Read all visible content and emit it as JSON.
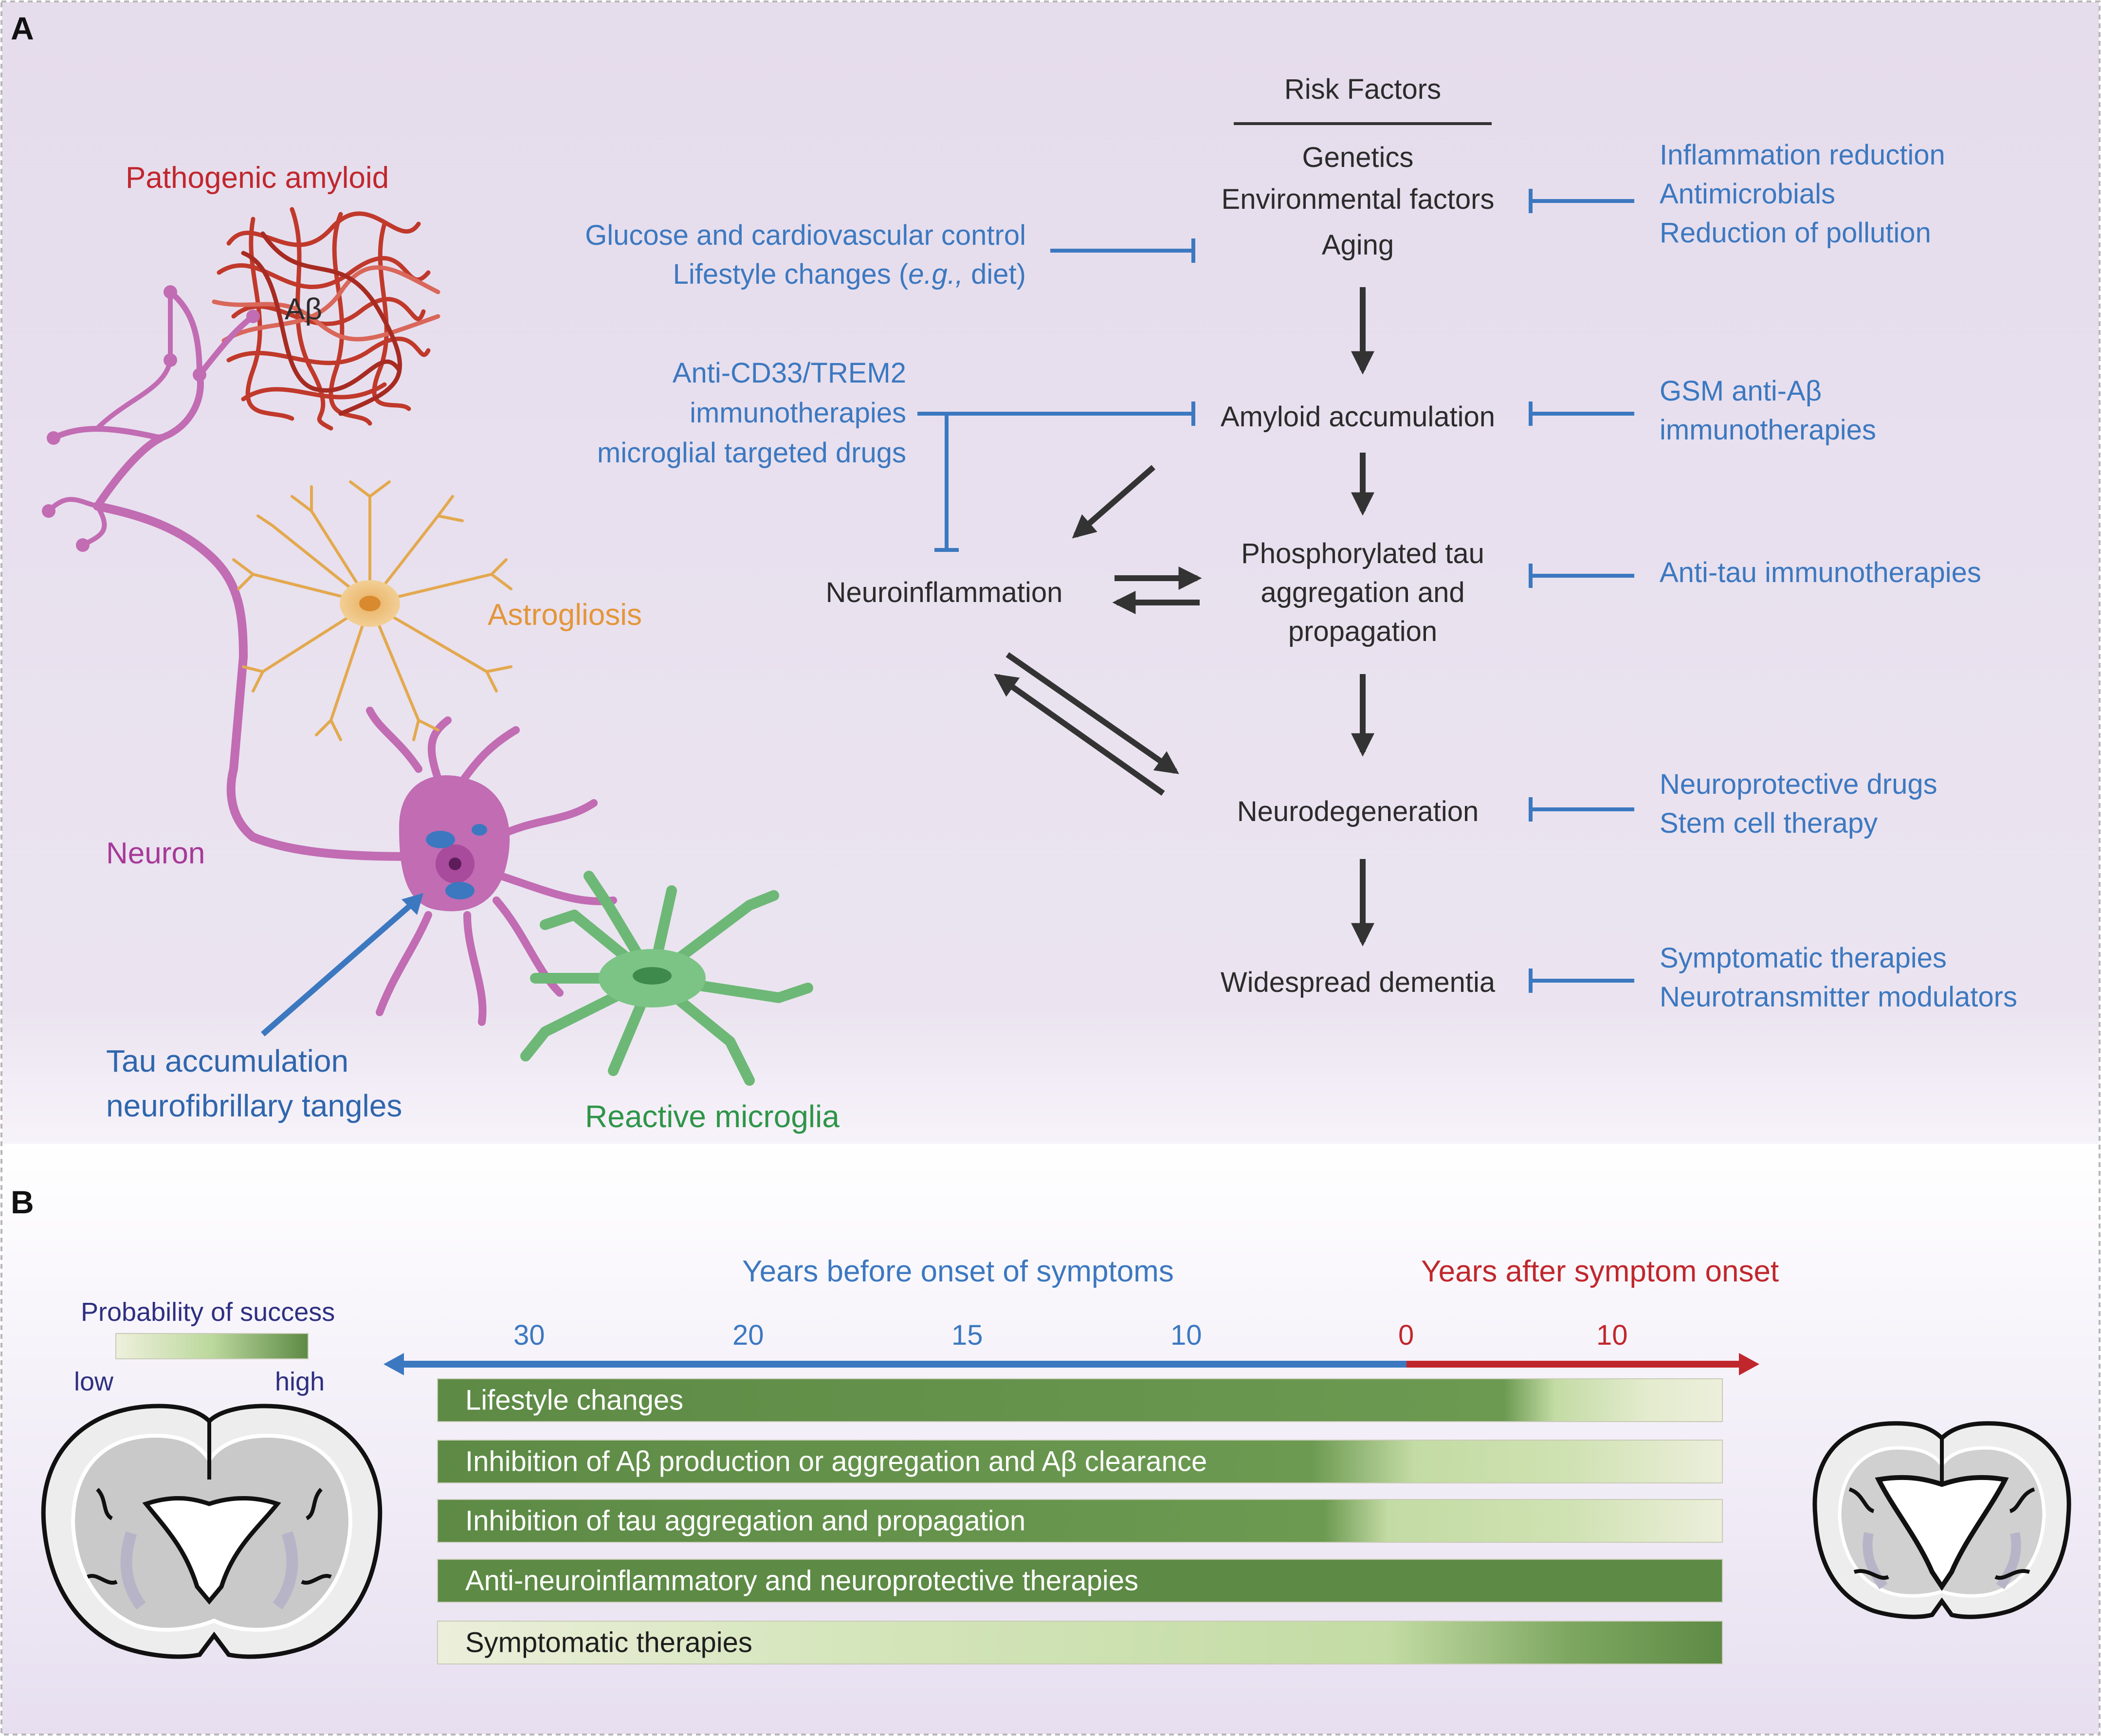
{
  "panelA": {
    "letter": "A",
    "risk_factors": {
      "title": "Risk Factors",
      "items": [
        "Genetics",
        "Environmental factors",
        "Aging"
      ]
    },
    "cascade": {
      "amyloid": "Amyloid accumulation",
      "tau": [
        "Phosphorylated tau",
        "aggregation and",
        "propagation"
      ],
      "neuroinflammation": "Neuroinflammation",
      "neurodegeneration": "Neurodegeneration",
      "dementia": "Widespread dementia"
    },
    "interventions_left": {
      "glucose": [
        "Glucose and cardiovascular control",
        "Lifestyle changes (",
        "e.g.,",
        " diet)"
      ],
      "cd33": [
        "Anti-CD33/TREM2",
        "immunotherapies",
        "microglial targeted drugs"
      ]
    },
    "interventions_right": {
      "risk": [
        "Inflammation reduction",
        "Antimicrobials",
        "Reduction of pollution"
      ],
      "amyloid": [
        "GSM anti-Aβ",
        "immunotherapies"
      ],
      "tau": [
        "Anti-tau immunotherapies"
      ],
      "neurodegeneration": [
        "Neuroprotective drugs",
        "Stem cell therapy"
      ],
      "dementia": [
        "Symptomatic therapies",
        "Neurotransmitter modulators"
      ]
    },
    "cells": {
      "amyloid_title": "Pathogenic amyloid",
      "abeta": "Aβ",
      "astrogliosis": "Astrogliosis",
      "neuron": "Neuron",
      "tau": [
        "Tau accumulation",
        "neurofibrillary tangles"
      ],
      "microglia": "Reactive microglia"
    }
  },
  "panelB": {
    "letter": "B",
    "probability": {
      "title": "Probability of success",
      "low": "low",
      "high": "high"
    },
    "timeline": {
      "before_label": "Years before onset of symptoms",
      "after_label": "Years after symptom onset",
      "ticks": [
        "30",
        "20",
        "15",
        "10",
        "0",
        "10"
      ]
    },
    "bars": [
      {
        "label": "Lifestyle changes"
      },
      {
        "label": "Inhibition of Aβ production or aggregation and Aβ clearance"
      },
      {
        "label": "Inhibition of tau aggregation and propagation"
      },
      {
        "label": "Anti-neuroinflammatory and neuroprotective therapies"
      },
      {
        "label": "Symptomatic therapies"
      }
    ]
  },
  "colors": {
    "blue": "#3c78c0",
    "red": "#c0272d",
    "green_dark": "#5d8a45",
    "green_light": "#c3dba4",
    "bar_pale": "#ecefdb",
    "purple_bg": "#e8e0ef",
    "neuron": "#c16cb3",
    "astrocyte": "#e3a94e",
    "microglia": "#6db876"
  }
}
